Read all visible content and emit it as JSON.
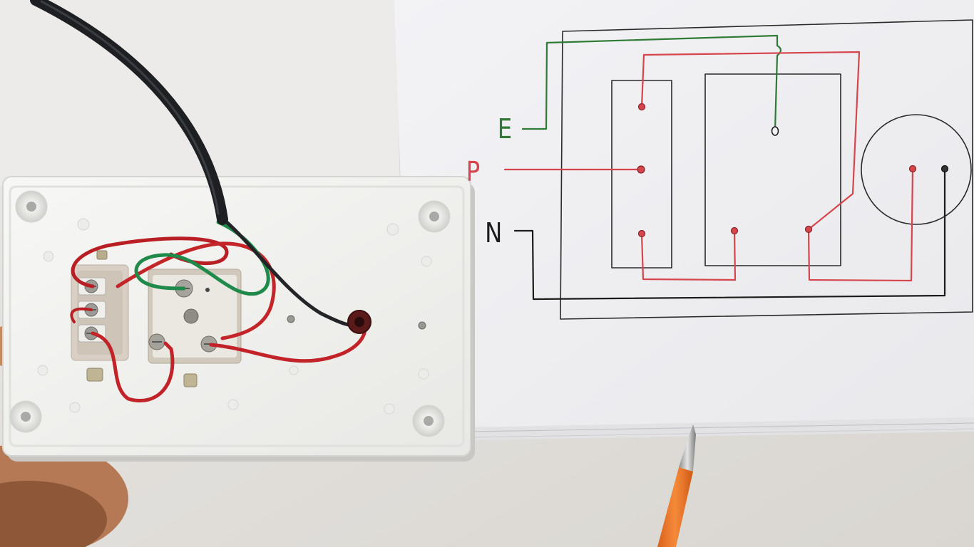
{
  "diagram": {
    "labels": {
      "earth": "E",
      "phase": "P",
      "neutral": "N"
    }
  },
  "colors": {
    "earth_wire": "#2f7a34",
    "phase_wire": "#d6454c",
    "neutral_wire": "#1b1b1b",
    "cable_sheath": "#1d1f22",
    "box_plastic": "#f4f4f2",
    "paper": "#f1f1f3",
    "pen_barrel": "#f07a26"
  }
}
